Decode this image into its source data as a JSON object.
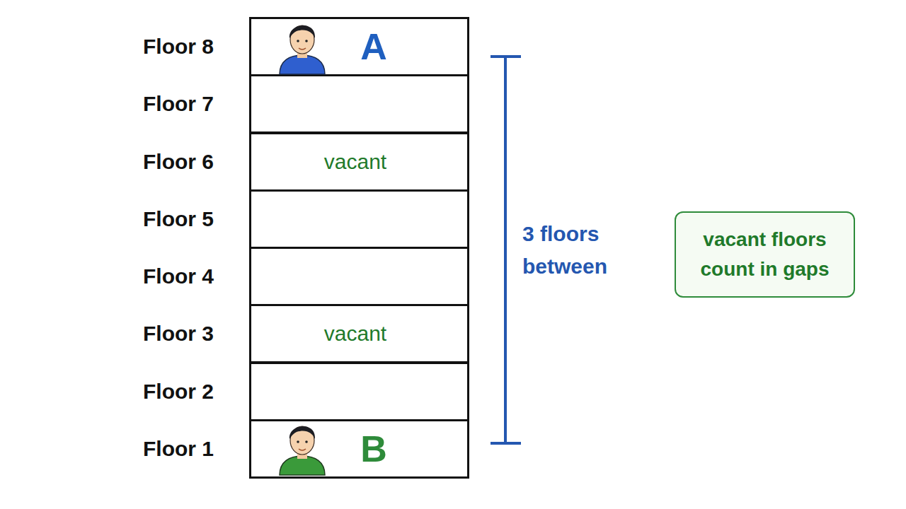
{
  "diagram": {
    "nodes": [
      {
        "text": [
          "Floor 8",
          "A"
        ]
      },
      {
        "text": [
          "Floor 7"
        ]
      },
      {
        "text": [
          "Floor 6",
          "vacant"
        ]
      },
      {
        "text": [
          "Floor 5"
        ]
      },
      {
        "text": [
          "Floor 4"
        ]
      },
      {
        "text": [
          "Floor 3",
          "vacant"
        ]
      },
      {
        "text": [
          "Floor 2"
        ]
      },
      {
        "text": [
          "Floor 1",
          "B"
        ]
      },
      {
        "text": [
          "vacant floors count in gaps"
        ]
      }
    ],
    "labels": [
      "3 floors between"
    ]
  }
}
